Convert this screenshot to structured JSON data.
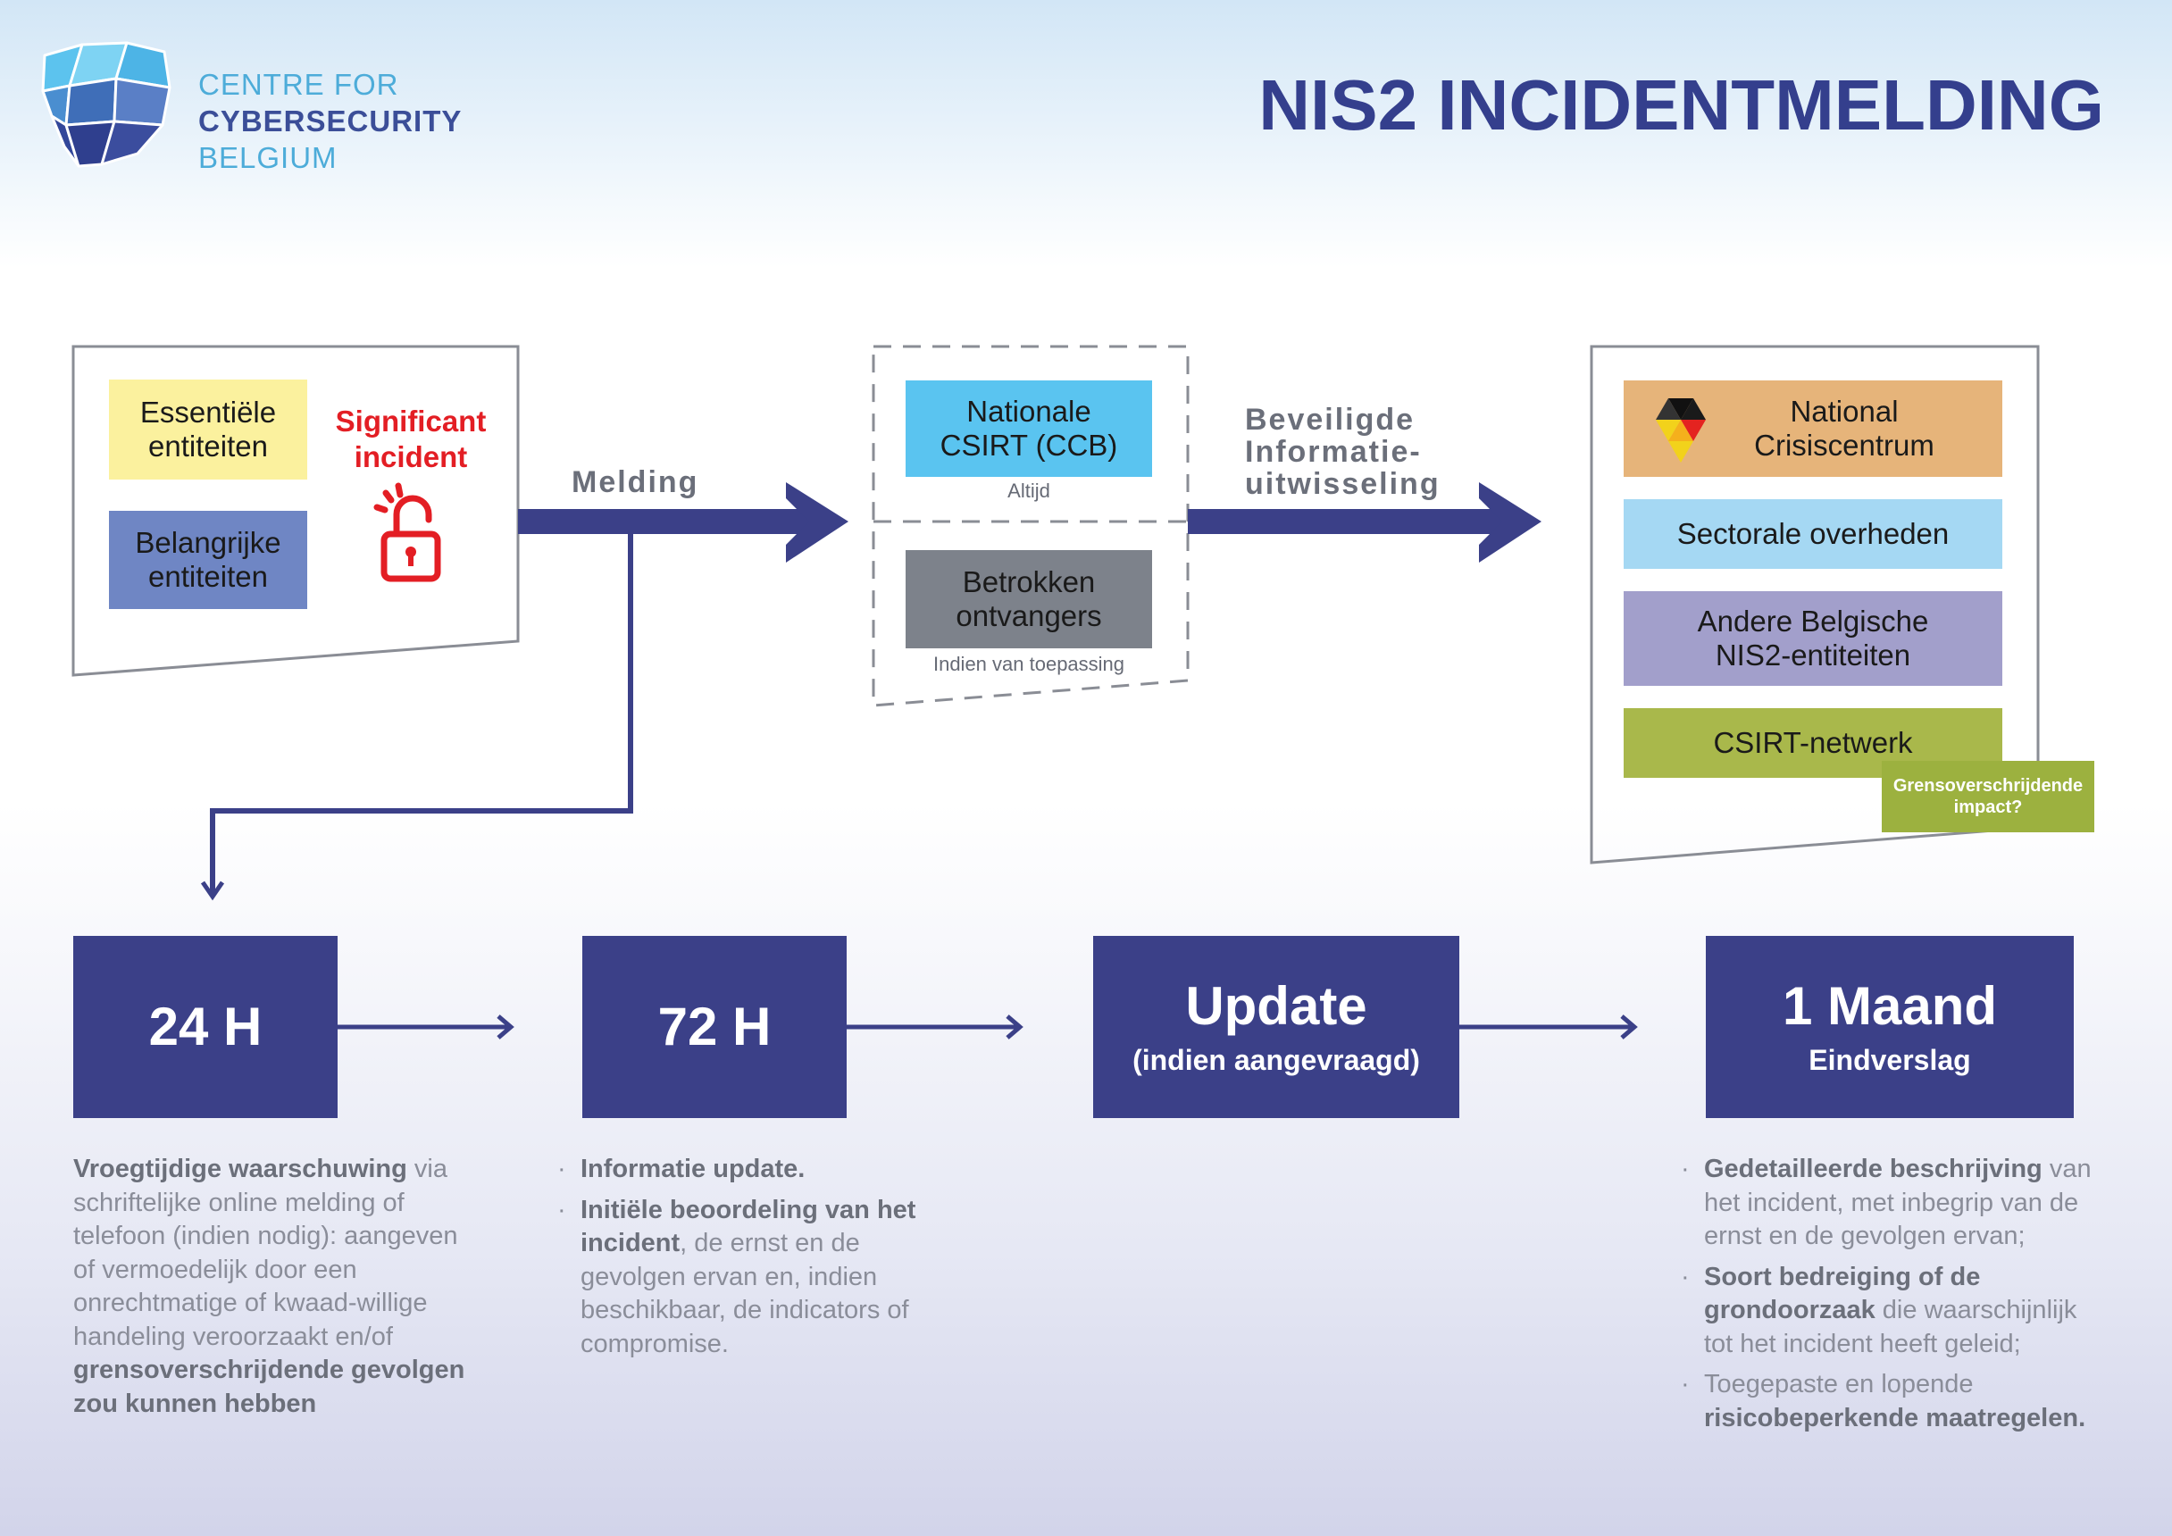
{
  "logo": {
    "line1": "CENTRE FOR",
    "line2": "CYBERSECURITY",
    "line3": "BELGIUM"
  },
  "title": "NIS2 INCIDENTMELDING",
  "colors": {
    "navy": "#3b4088",
    "title": "#343f8d",
    "red": "#e31e24",
    "grey_text": "#6b6f7a"
  },
  "senders": {
    "essential": "Essentiële entiteiten",
    "important": "Belangrijke entiteiten",
    "significant": "Significant incident",
    "lock_icon": "unlocked-padlock-icon"
  },
  "arrows": {
    "melding": "Melding",
    "exchange_line1": "Beveiligde",
    "exchange_line2": "Informatie-",
    "exchange_line3": "uitwisseling"
  },
  "receivers": {
    "csirt": "Nationale CSIRT (CCB)",
    "csirt_note": "Altijd",
    "involved": "Betrokken ontvangers",
    "involved_note": "Indien van toepassing"
  },
  "partners": {
    "ncc": "National Crisiscentrum",
    "ncc_icon": "belgian-flag-triangles-icon",
    "sectoral": "Sectorale overheden",
    "other": "Andere Belgische NIS2-entiteiten",
    "network": "CSIRT-netwerk",
    "cross_border": "Grensoverschrijdende impact?"
  },
  "timeline": [
    {
      "big": "24 H",
      "small": ""
    },
    {
      "big": "72 H",
      "small": ""
    },
    {
      "big": "Update",
      "small": "(indien aangevraagd)"
    },
    {
      "big": "1 Maand",
      "small": "Eindverslag"
    }
  ],
  "desc24": {
    "b1": "Vroegtijdige waarschuwing",
    "t1": " via schriftelijke online melding of telefoon (indien nodig): aangeven of vermoedelijk door een onrechtmatige of kwaad-willige handeling veroorzaakt en/of ",
    "b2": "grensoverschrijdende gevolgen zou kunnen hebben"
  },
  "desc72": {
    "i1_b": "Informatie update.",
    "i2_b": "Initiële beoordeling van het incident",
    "i2_t": ", de ernst en de gevolgen ervan en, indien beschikbaar, de indicators of compromise."
  },
  "descMonth": {
    "i1_b": "Gedetailleerde beschrijving",
    "i1_t": " van het incident, met inbegrip van de ernst en de gevolgen ervan;",
    "i2_b": "Soort bedreiging of de grondoorzaak",
    "i2_t": " die waarschijnlijk tot het incident heeft geleid;",
    "i3_t": "Toegepaste en lopende ",
    "i3_b": "risicobeperkende maatregelen."
  }
}
